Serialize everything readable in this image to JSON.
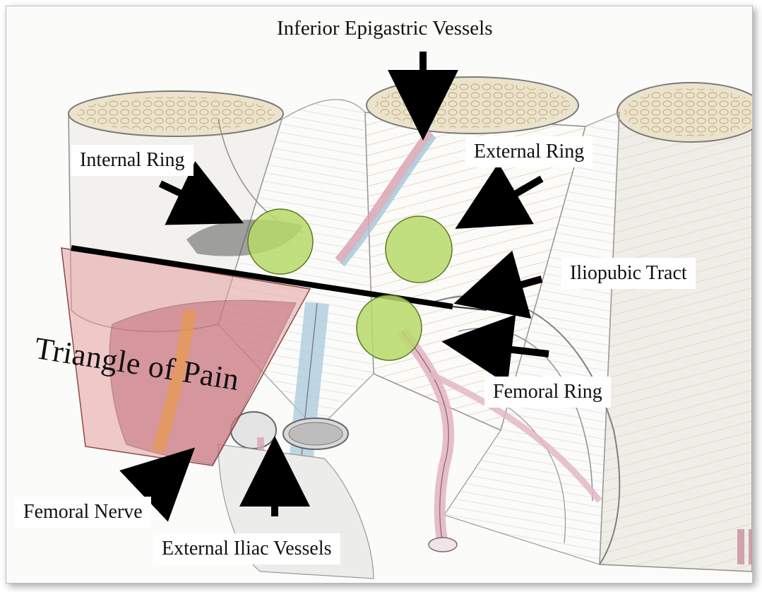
{
  "labels": {
    "inferior_epigastric_vessels": "Inferior Epigastric Vessels",
    "internal_ring": "Internal Ring",
    "external_ring": "External Ring",
    "iliopubic_tract": "Iliopubic Tract",
    "femoral_ring": "Femoral Ring",
    "triangle_of_pain": "Triangle of Pain",
    "femoral_nerve": "Femoral Nerve",
    "external_iliac_vessels": "External Iliac Vessels"
  },
  "colors": {
    "ring_fill": "#b7d96a",
    "ring_stroke": "#5b7a22",
    "triangle_fill": "#e6a0a0",
    "triangle_stroke": "#8a4a4a",
    "arrow": "#000000",
    "muscle_lines": "#9a9a9a",
    "muscle_fiber_tan": "#c9a15c",
    "vessel_pink": "#e3b7c4",
    "vessel_blue": "#a9c8dc",
    "nerve_orange": "#e89a4a"
  }
}
